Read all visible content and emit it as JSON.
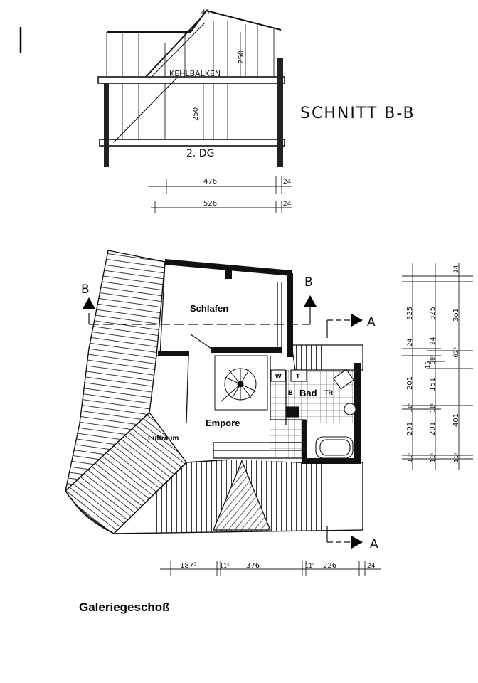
{
  "section": {
    "title": "SCHNITT B-B",
    "top_label": "45",
    "beam_label": "KEHLBALKEN",
    "floor_label": "2. DG",
    "height_upper": "250",
    "height_lower": "250",
    "dim_inner": "476",
    "dim_outer": "526",
    "dim_wall_1": "24",
    "dim_wall_2": "24"
  },
  "plan": {
    "rooms": {
      "schlafen": "Schlafen",
      "bad": "Bad",
      "empore": "Empore",
      "luftraum": "Luftraum"
    },
    "fixtures": {
      "w": "W",
      "t": "T",
      "b": "B",
      "tr": "TR"
    },
    "section_marks": {
      "b_left": "B",
      "b_right": "B",
      "a_top": "A",
      "a_bottom": "A"
    },
    "bottom_dims": [
      "187⁵",
      "11⁵",
      "376",
      "11⁵",
      "226",
      "24"
    ],
    "right_dims_outer": [
      "24",
      "325",
      "24",
      "38⁵",
      "15",
      "201",
      "11⁵",
      "201",
      "11⁵"
    ],
    "right_dims_inner": [
      "325",
      "62⁵",
      "151",
      "11⁵",
      "201",
      "401",
      "11⁵"
    ]
  },
  "caption": "Galeriegeschoß"
}
